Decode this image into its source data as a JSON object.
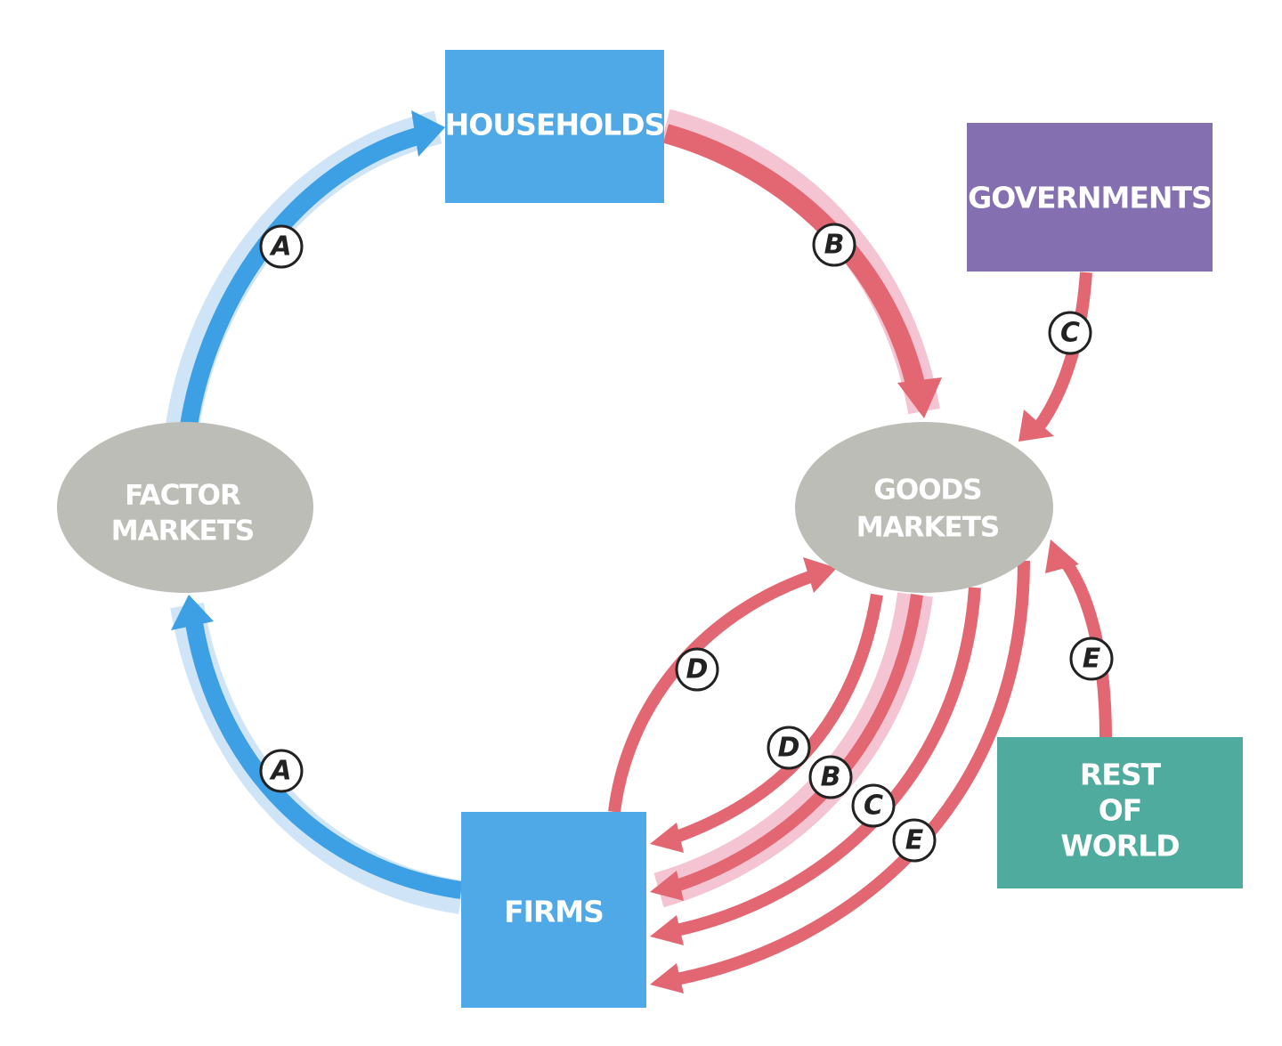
{
  "nodes": {
    "households": {
      "label": "HOUSEHOLDS",
      "color": "#4fa9e6"
    },
    "firms": {
      "label": "FIRMS",
      "color": "#4fa9e6"
    },
    "governments": {
      "label": "GOVERNMENTS",
      "color": "#8470b0"
    },
    "rest_of_world": {
      "label_lines": [
        "REST",
        "OF",
        "WORLD"
      ],
      "color": "#4fab9d"
    },
    "factor_markets": {
      "label_lines": [
        "FACTOR",
        "MARKETS"
      ],
      "color": "#bdbdb7"
    },
    "goods_markets": {
      "label_lines": [
        "GOODS",
        "MARKETS"
      ],
      "color": "#bdbdb7"
    }
  },
  "flow_colors": {
    "blue": "#3d9fe4",
    "blue_light": "#cfe5f7",
    "red": "#e26772",
    "red_light": "#f4c4d3"
  },
  "badges": {
    "a_upper": "A",
    "a_lower": "A",
    "b_upper": "B",
    "b_lower": "B",
    "c_upper": "C",
    "c_lower": "C",
    "d_upper": "D",
    "d_lower": "D",
    "e_upper": "E",
    "e_lower": "E"
  }
}
